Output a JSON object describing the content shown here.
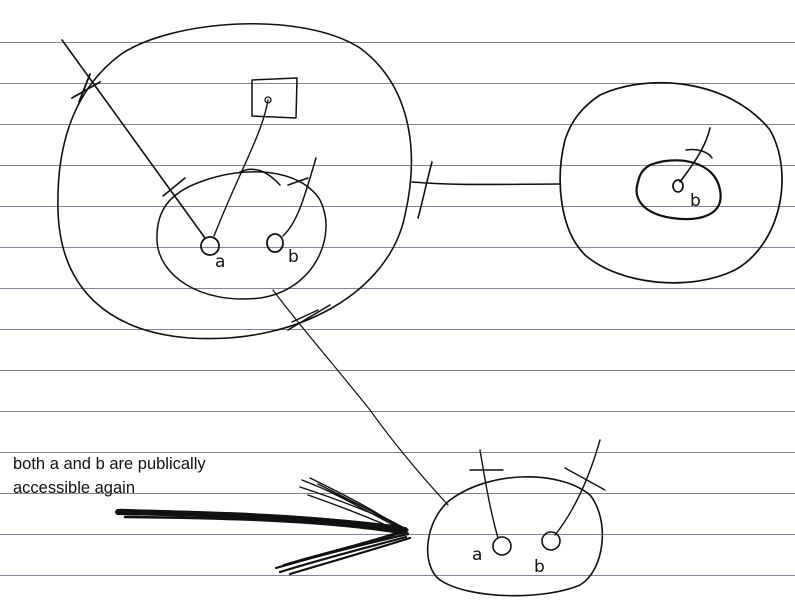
{
  "caption": {
    "line1": "both a and b are publically",
    "line2": "accessible again"
  },
  "labels": {
    "top_left_a": "a",
    "top_left_b": "b",
    "top_right_b": "b",
    "bottom_a": "a",
    "bottom_b": "b"
  },
  "colors": {
    "ink": "#111111",
    "ruled_line": "#8a7d96",
    "paper": "#ffffff"
  }
}
